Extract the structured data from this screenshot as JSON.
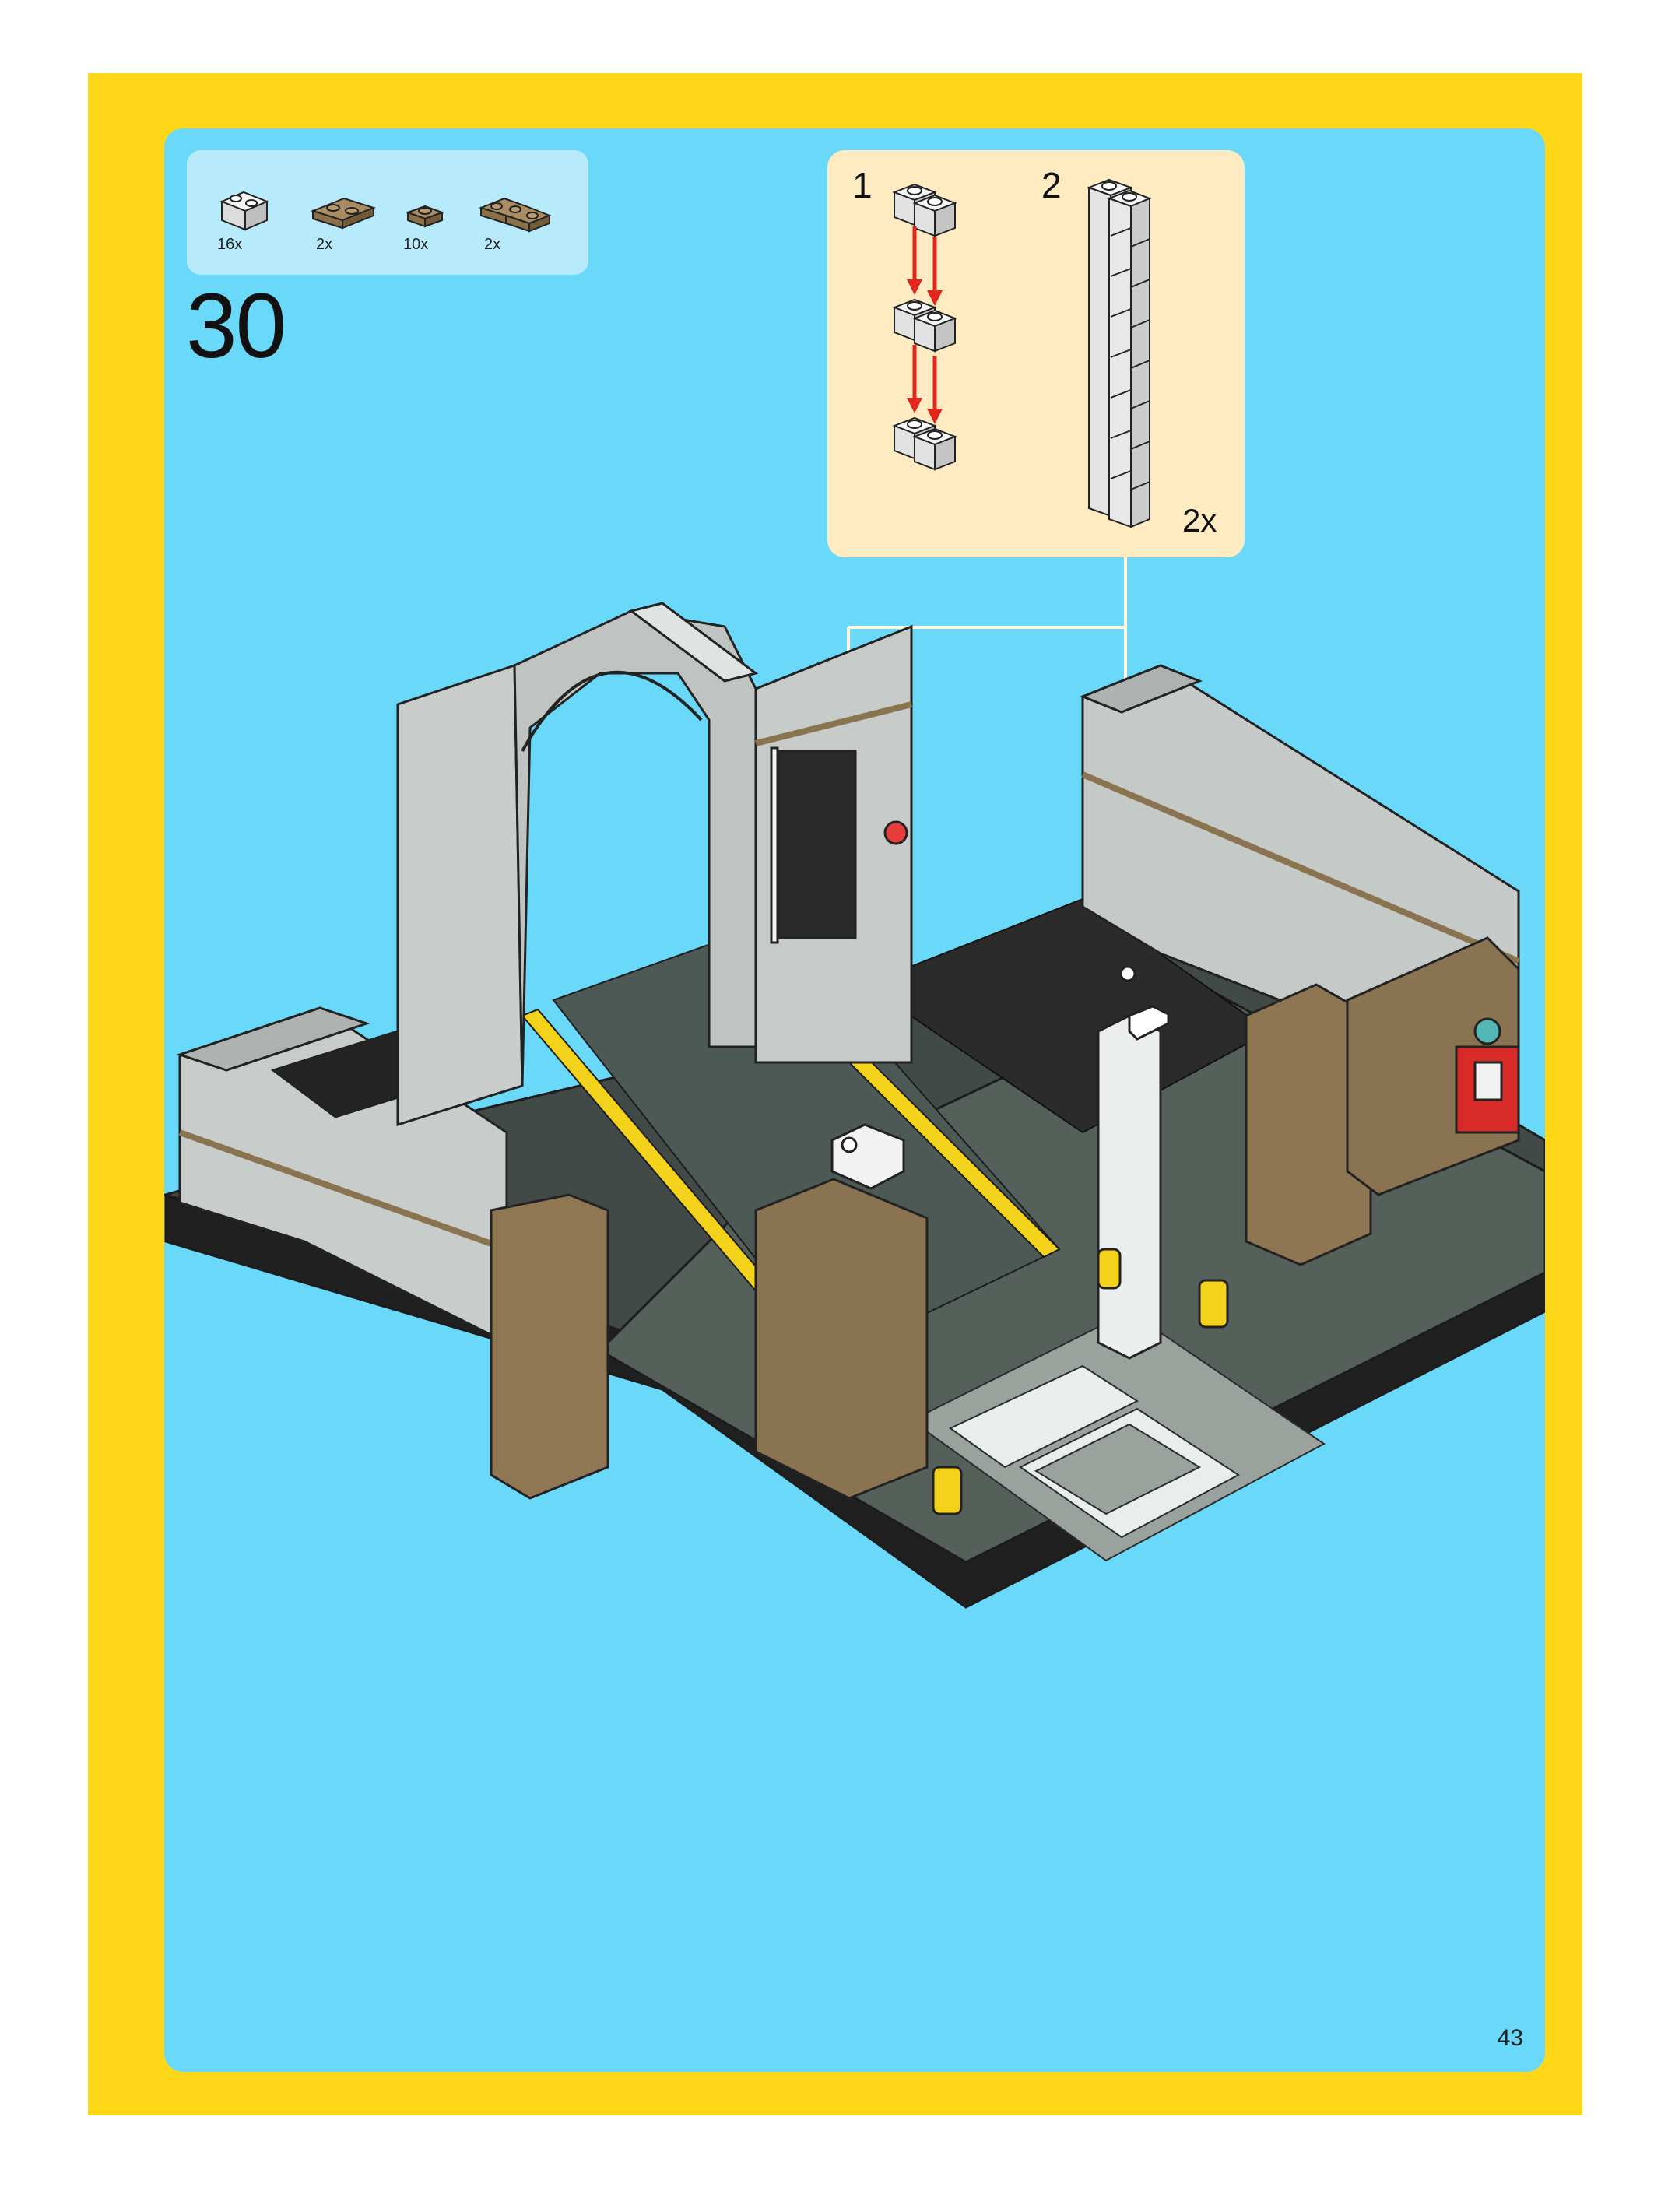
{
  "step": {
    "number": "30"
  },
  "parts_list": [
    {
      "icon": "white-brick-1x2-icon",
      "qty": "16x"
    },
    {
      "icon": "tan-plate-1x2-icon",
      "qty": "2x"
    },
    {
      "icon": "tan-plate-1x1-icon",
      "qty": "10x"
    },
    {
      "icon": "tan-corner-plate-icon",
      "qty": "2x"
    }
  ],
  "sub_assembly": {
    "step_1_label": "1",
    "step_2_label": "2",
    "multiplier": "2x"
  },
  "page": {
    "number": "43"
  },
  "colors": {
    "frame": "#FED718",
    "background": "#6AD8F8",
    "parts_panel": "#B7EAFB",
    "sub_panel": "#FEEBC2",
    "arrow_red": "#E1261C"
  }
}
